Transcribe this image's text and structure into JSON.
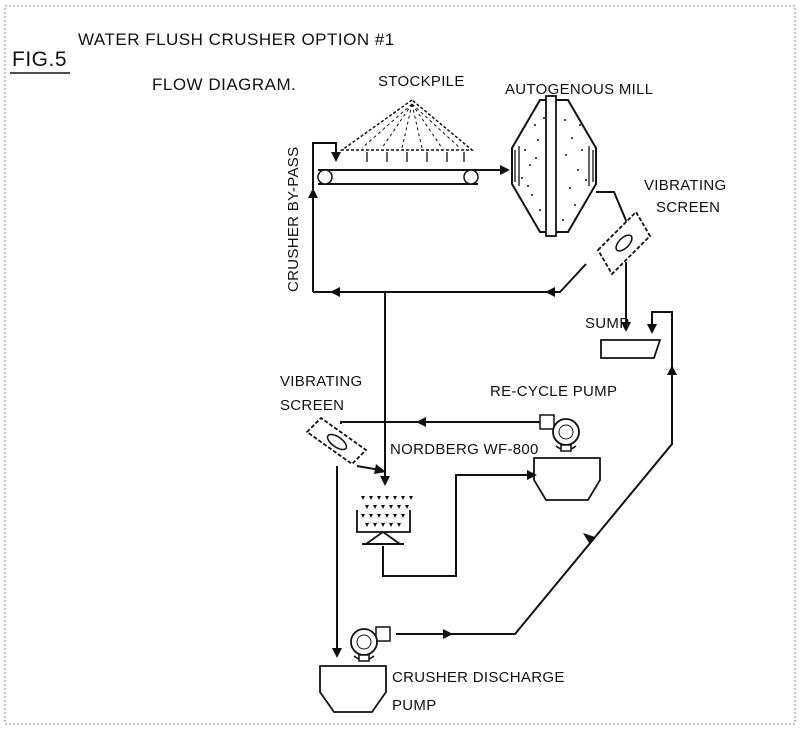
{
  "figure": {
    "number": "FIG.5",
    "title_line1": "WATER FLUSH CRUSHER OPTION #1",
    "title_line2": "FLOW DIAGRAM."
  },
  "labels": {
    "stockpile": "STOCKPILE",
    "autogenous_mill": "AUTOGENOUS MILL",
    "vibrating_screen_top_1": "VIBRATING",
    "vibrating_screen_top_2": "SCREEN",
    "crusher_bypass": "CRUSHER BY-PASS",
    "sump": "SUMP",
    "vibrating_screen_left_1": "VIBRATING",
    "vibrating_screen_left_2": "SCREEN",
    "recycle_pump": "RE-CYCLE PUMP",
    "nordberg": "NORDBERG WF-800",
    "crusher_discharge_pump_1": "CRUSHER DISCHARGE",
    "crusher_discharge_pump_2": "PUMP"
  }
}
